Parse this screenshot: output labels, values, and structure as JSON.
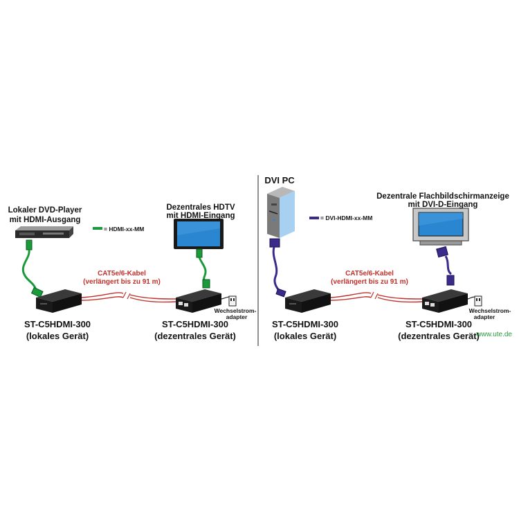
{
  "left": {
    "source_label_1": "Lokaler DVD-Player",
    "source_label_2": "mit HDMI-Ausgang",
    "legend_text": "= HDMI-xx-MM",
    "display_label_1": "Dezentrales HDTV",
    "display_label_2": "mit HDMI-Eingang",
    "cable_label_1": "CAT5e/6-Kabel",
    "cable_label_2": "(verlängert bis zu 91 m)",
    "local_unit_1": "ST-C5HDMI-300",
    "local_unit_2": "(lokales Gerät)",
    "remote_unit_1": "ST-C5HDMI-300",
    "remote_unit_2": "(dezentrales Gerät)",
    "adapter_1": "Wechselstrom-",
    "adapter_2": "adapter"
  },
  "right": {
    "source_label": "DVI PC",
    "legend_text": "= DVI-HDMI-xx-MM",
    "display_label_1": "Dezentrale Flachbildschirmanzeige",
    "display_label_2": "mit DVI-D-Eingang",
    "cable_label_1": "CAT5e/6-Kabel",
    "cable_label_2": "(verlängert bis zu 91 m)",
    "local_unit_1": "ST-C5HDMI-300",
    "local_unit_2": "(lokales Gerät)",
    "remote_unit_1": "ST-C5HDMI-300",
    "remote_unit_2": "(dezentrales Gerät)",
    "adapter_1": "Wechselstrom-",
    "adapter_2": "adapter"
  },
  "watermark": "www.ute.de",
  "colors": {
    "hdmi_cable": "#1a9a3a",
    "dvi_cable": "#3a2a8a",
    "cat_cable": "#c0302a",
    "device": "#1a1a1a",
    "screen": "#2a86d0"
  }
}
